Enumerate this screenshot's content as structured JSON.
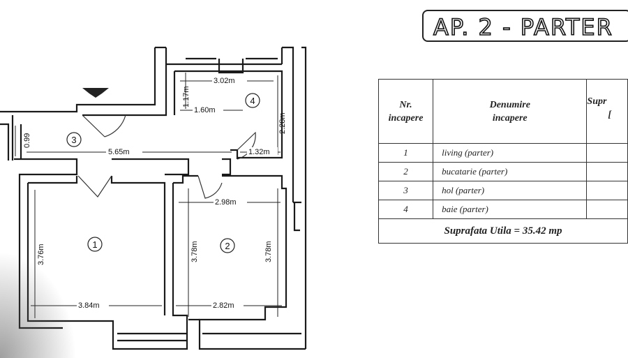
{
  "title": "AP. 2 - PARTER",
  "plan": {
    "entrance_arrow_icon": "arrow-down-icon",
    "rooms": [
      {
        "number": "1"
      },
      {
        "number": "2"
      },
      {
        "number": "3"
      },
      {
        "number": "4"
      }
    ],
    "dimensions": {
      "bath_width": "3.02m",
      "bath_depth_upper": "1.17m",
      "bath_inner_width": "1.60m",
      "bath_height": "2.28m",
      "hall_height": "0.99",
      "hall_length": "5.65m",
      "hall_short": "1.32m",
      "kitchen_width_top": "2.98m",
      "living_height": "3.76m",
      "kitchen_height_left": "3.78m",
      "kitchen_height_right": "3.78m",
      "living_width": "3.84m",
      "kitchen_width_bottom": "2.82m"
    }
  },
  "table": {
    "headers": {
      "nr_line1": "Nr.",
      "nr_line2": "incapere",
      "name_line1": "Denumire",
      "name_line2": "incapere",
      "area_line1": "Supr",
      "area_line2": "["
    },
    "rows": [
      {
        "nr": "1",
        "name": "living (parter)",
        "area": ""
      },
      {
        "nr": "2",
        "name": "bucatarie (parter)",
        "area": ""
      },
      {
        "nr": "3",
        "name": "hol (parter)",
        "area": ""
      },
      {
        "nr": "4",
        "name": "baie (parter)",
        "area": ""
      }
    ],
    "total": "Suprafata Utila = 35.42 mp"
  }
}
